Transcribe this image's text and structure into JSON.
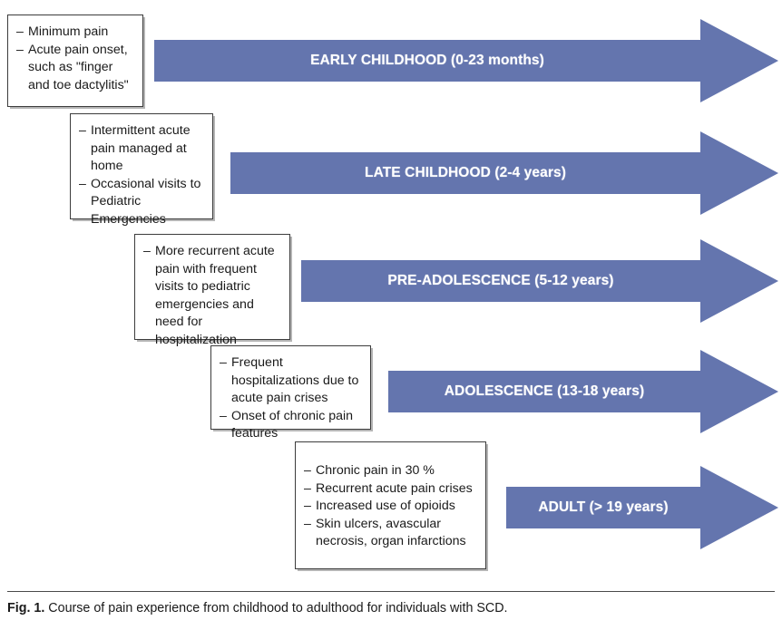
{
  "figure": {
    "accent_color": "#6475ae",
    "box_border_color": "#3c3c3c",
    "label_text_color": "#ffffff",
    "stages": [
      {
        "id": "early-childhood",
        "arrow_label": "EARLY CHILDHOOD (0-23 months)",
        "notes": [
          "Minimum pain",
          "Acute pain onset, such as \"finger and toe dactylitis\""
        ]
      },
      {
        "id": "late-childhood",
        "arrow_label": "LATE CHILDHOOD (2-4 years)",
        "notes": [
          "Intermittent acute pain managed at home",
          "Occasional visits to Pediatric Emergencies"
        ]
      },
      {
        "id": "pre-adolescence",
        "arrow_label": "PRE-ADOLESCENCE (5-12 years)",
        "notes": [
          "More recurrent acute pain with frequent visits to pediatric emergencies and need for hospitalization"
        ]
      },
      {
        "id": "adolescence",
        "arrow_label": "ADOLESCENCE (13-18 years)",
        "notes": [
          "Frequent hospitalizations due to acute pain crises",
          "Onset of chronic pain features"
        ]
      },
      {
        "id": "adult",
        "arrow_label": "ADULT (> 19 years)",
        "notes": [
          "Chronic pain in 30 %",
          "Recurrent acute pain crises",
          "Increased use of opioids",
          "Skin ulcers, avascular necrosis, organ infarctions"
        ]
      }
    ]
  },
  "caption": {
    "figure_label": "Fig. 1.",
    "text": "Course of pain experience from childhood to adulthood for individuals with SCD."
  }
}
